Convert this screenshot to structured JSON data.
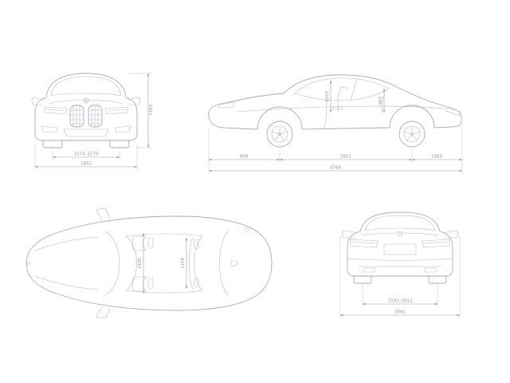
{
  "diagram": {
    "front_view": {
      "height_mm": "1383",
      "front_track_mm": "1573–1579",
      "width_mm": "1852"
    },
    "side_view": {
      "front_headroom_mm": "1027",
      "rear_headroom_mm": "965",
      "front_overhang_mm": "858",
      "wheelbase_mm": "2851",
      "rear_overhang_mm": "1059",
      "length_mm": "4768"
    },
    "top_view": {
      "front_interior_width_mm": "1435",
      "rear_interior_width_mm": "1374"
    },
    "rear_view": {
      "rear_track_mm": "1592–1612",
      "overall_width_mm": "2081"
    },
    "colors": {
      "car_line": "#a6aeb9",
      "dim_line": "#98a1ad",
      "label_text": "#8e97a3",
      "background": "#ffffff"
    }
  }
}
